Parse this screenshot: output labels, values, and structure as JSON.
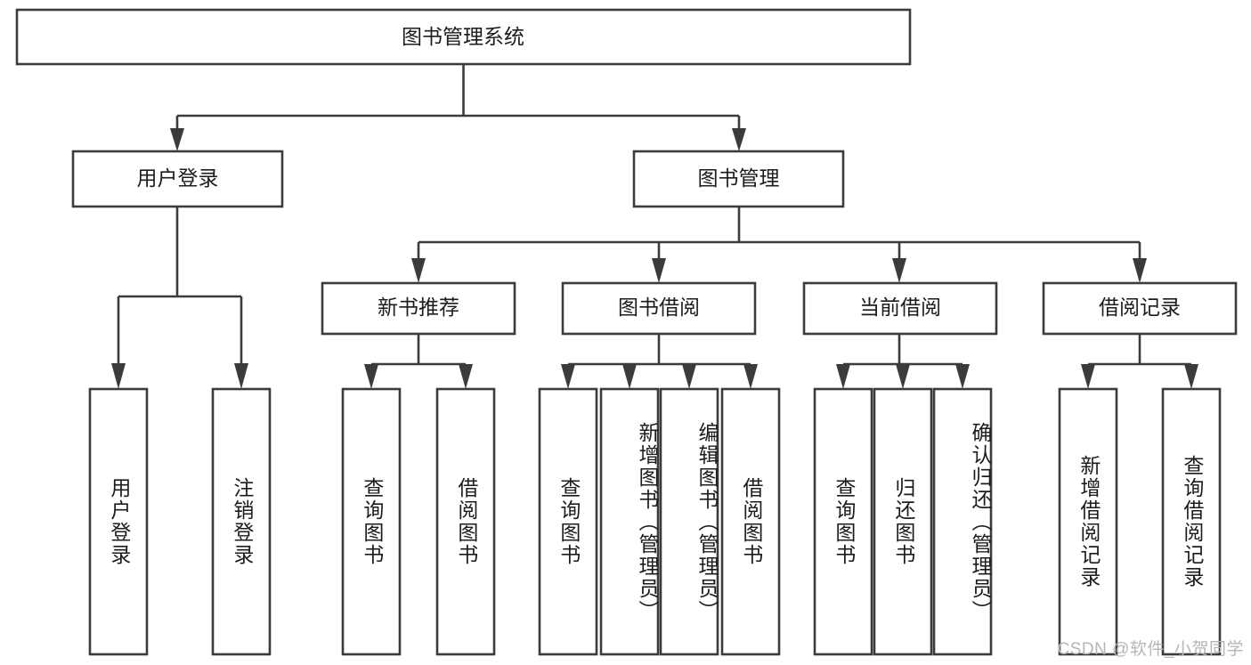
{
  "diagram": {
    "type": "tree-hierarchy-chart",
    "title_node": {
      "label": "图书管理系统"
    },
    "level2": [
      {
        "id": "user-login",
        "label": "用户登录"
      },
      {
        "id": "book-management",
        "label": "图书管理"
      }
    ],
    "level3": [
      {
        "id": "new-book-recommend",
        "label": "新书推荐",
        "parent": "book-management"
      },
      {
        "id": "book-borrow",
        "label": "图书借阅",
        "parent": "book-management"
      },
      {
        "id": "current-borrow",
        "label": "当前借阅",
        "parent": "book-management"
      },
      {
        "id": "borrow-record",
        "label": "借阅记录",
        "parent": "book-management"
      }
    ],
    "leaves": {
      "user_login": [
        {
          "id": "leaf-user-login",
          "label": "用户登录"
        },
        {
          "id": "leaf-user-logout",
          "label": "注销登录"
        }
      ],
      "new_book_recommend": [
        {
          "id": "leaf-query-book-1",
          "label": "查询图书"
        },
        {
          "id": "leaf-borrow-book-1",
          "label": "借阅图书"
        }
      ],
      "book_borrow": [
        {
          "id": "leaf-query-book-2",
          "label": "查询图书"
        },
        {
          "id": "leaf-add-book",
          "label": "新增图书（管理员）"
        },
        {
          "id": "leaf-edit-book",
          "label": "编辑图书（管理员）"
        },
        {
          "id": "leaf-borrow-book-2",
          "label": "借阅图书"
        }
      ],
      "current_borrow": [
        {
          "id": "leaf-query-book-3",
          "label": "查询图书"
        },
        {
          "id": "leaf-return-book",
          "label": "归还图书"
        },
        {
          "id": "leaf-confirm-return",
          "label": "确认归还（管理员）"
        }
      ],
      "borrow_record": [
        {
          "id": "leaf-add-record",
          "label": "新增借阅记录"
        },
        {
          "id": "leaf-query-record",
          "label": "查询借阅记录"
        }
      ]
    },
    "colors": {
      "stroke": "#3b3b3b",
      "box_fill": "#ffffff",
      "text": "#1c1c1c",
      "background": "#ffffff",
      "watermark": "#b6b6b6"
    }
  },
  "watermark": {
    "text": "CSDN @软件_小贺同学"
  }
}
